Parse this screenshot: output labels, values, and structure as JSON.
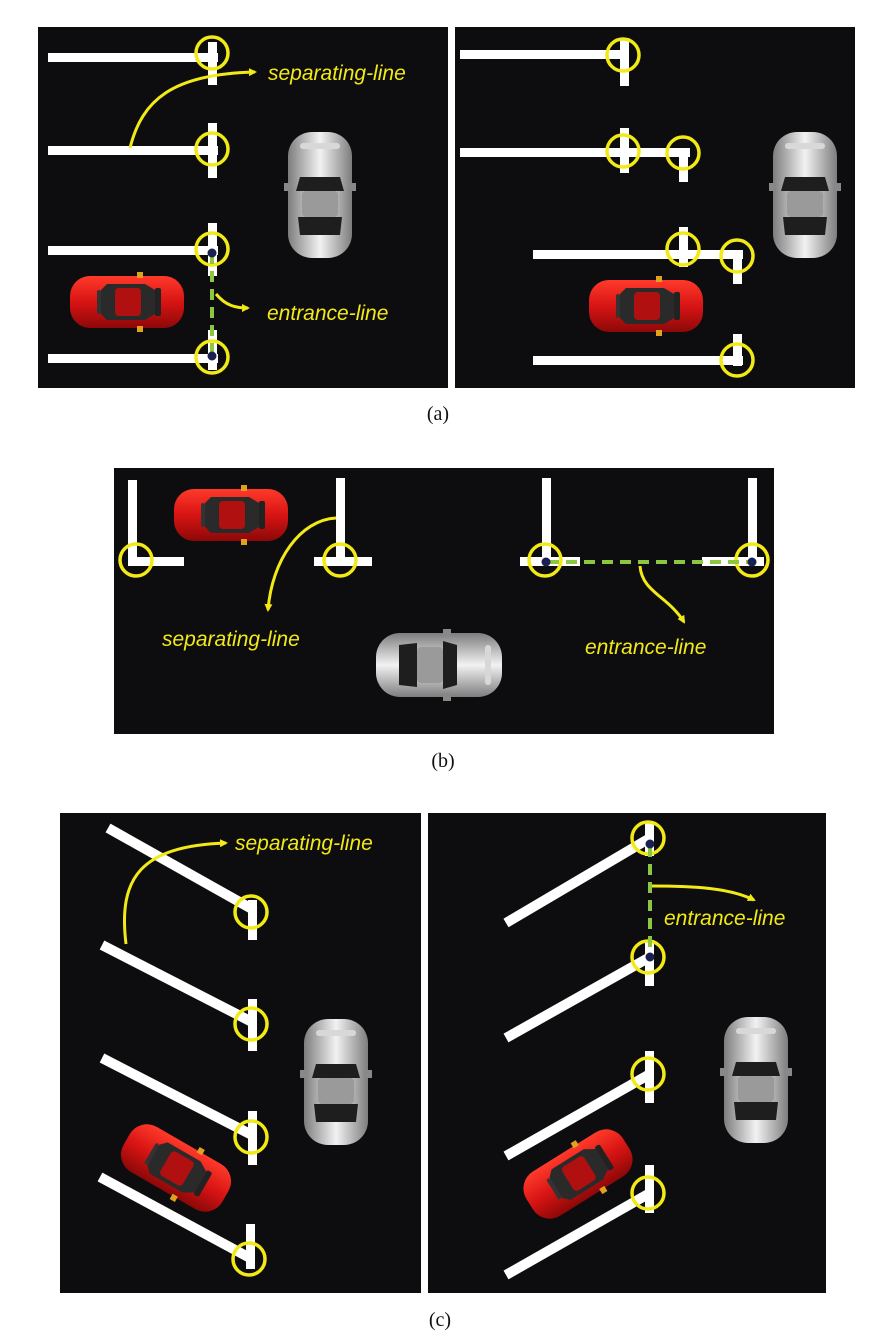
{
  "colors": {
    "background": "#ffffff",
    "panel": "#0d0c0f",
    "line": "#ffffff",
    "marker": "#f2ea16",
    "entrance_dash": "#8dc63f",
    "dot": "#1a2150",
    "red_car": "#d81414",
    "silver_car": "#c9c9c9"
  },
  "captions": {
    "a": "(a)",
    "b": "(b)",
    "c": "(c)"
  },
  "labels": {
    "separating": "separating-line",
    "entrance": "entrance-line"
  }
}
